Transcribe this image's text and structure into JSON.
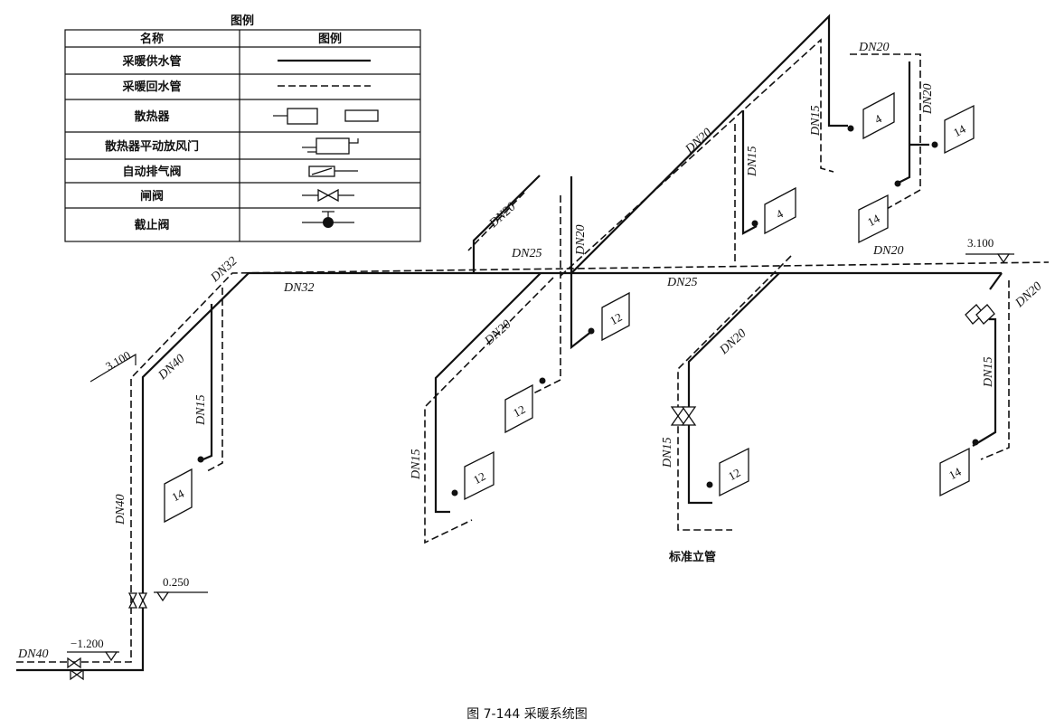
{
  "legend": {
    "title": "图例",
    "header_name": "名称",
    "header_symbol": "图例",
    "rows": [
      {
        "name": "采暖供水管",
        "symbol": "supply-line-icon"
      },
      {
        "name": "采暖回水管",
        "symbol": "return-line-icon"
      },
      {
        "name": "散热器",
        "symbol": "radiator-icon"
      },
      {
        "name": "散热器平动放风门",
        "symbol": "radiator-air-vent-icon"
      },
      {
        "name": "自动排气阀",
        "symbol": "auto-air-valve-icon"
      },
      {
        "name": "闸阀",
        "symbol": "gate-valve-icon"
      },
      {
        "name": "截止阀",
        "symbol": "globe-valve-icon"
      }
    ]
  },
  "labels": {
    "dn40_in": "DN40",
    "dn40_riser": "DN40",
    "dn40_top": "DN40",
    "dn32_a": "DN32",
    "dn32_b": "DN32",
    "dn25_a": "DN25",
    "dn25_b": "DN25",
    "dn20_a": "DN20",
    "dn20_b": "DN20",
    "dn20_c": "DN20",
    "dn20_d": "DN20",
    "dn20_e": "DN20",
    "dn20_f": "DN20",
    "dn20_g": "DN20",
    "dn20_h": "DN20",
    "dn20_i": "DN20",
    "dn15_a": "DN15",
    "dn15_b": "DN15",
    "dn15_c": "DN15",
    "dn15_d": "DN15",
    "dn15_e": "DN15"
  },
  "elevations": {
    "e1": "3.100",
    "e2": "3.100",
    "e3": "0.250",
    "e4": "−1.200"
  },
  "radiators": {
    "r1": "14",
    "r2": "12",
    "r3": "12",
    "r4": "12",
    "r5": "12",
    "r6": "4",
    "r7": "4",
    "r8": "14",
    "r9": "14",
    "r10": "14"
  },
  "riser_note": "标准立管",
  "caption": "图 7-144   采暖系统图"
}
